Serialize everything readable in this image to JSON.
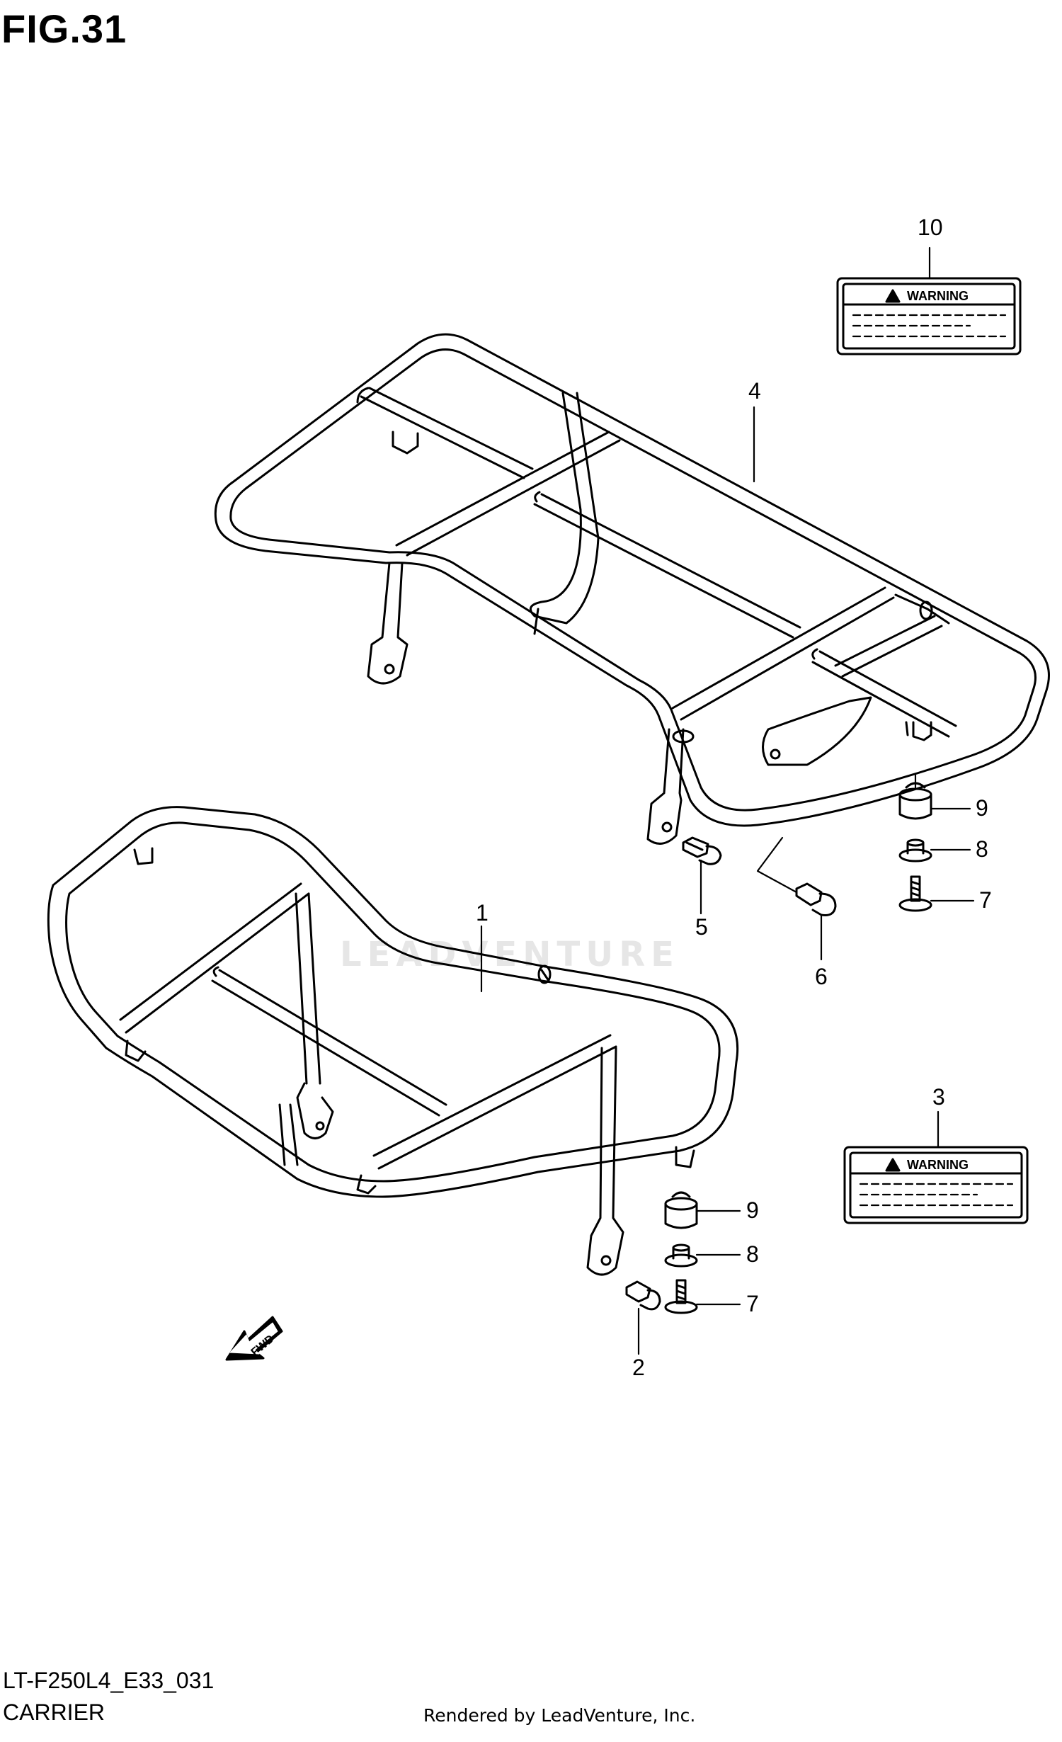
{
  "figure": {
    "title": "FIG.31",
    "code": "LT-F250L4_E33_031",
    "caption": "CARRIER",
    "rendered_by": "Rendered by LeadVenture, Inc.",
    "watermark": "LEADVENTURE"
  },
  "callouts": {
    "c1": "1",
    "c2": "2",
    "c3": "3",
    "c4": "4",
    "c5": "5",
    "c6": "6",
    "c7a": "7",
    "c7b": "7",
    "c8a": "8",
    "c8b": "8",
    "c9a": "9",
    "c9b": "9",
    "c10": "10"
  },
  "labels": {
    "warning_top": "WARNING",
    "warning_bottom": "WARNING",
    "fwd": "FWD"
  }
}
